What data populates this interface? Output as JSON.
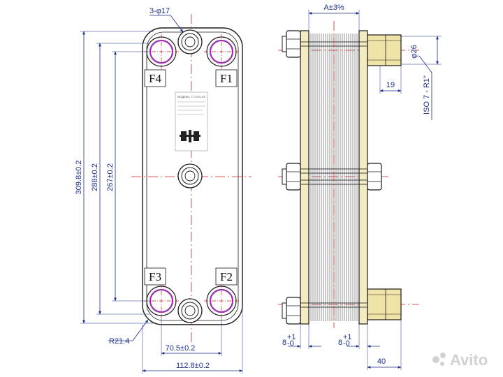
{
  "ports": {
    "f1": "F1",
    "f2": "F2",
    "f3": "F3",
    "f4": "F4"
  },
  "dimensions": {
    "holes": "3-φ17",
    "height_total": "309.8±0.2",
    "height_ports": "288±0.2",
    "height_inner": "267±0.2",
    "radius": "R21.4",
    "width_ports": "70.5±0.2",
    "width_total": "112.8±0.2",
    "stack_thickness": "A±3%",
    "connection_diameter": "φ26",
    "connection_length": "19",
    "thread_standard": "ISO 7 - R1\"",
    "plate_left": "8",
    "plate_right": "8",
    "tolerance_upper": "+1",
    "tolerance_lower": "-0",
    "nozzle_length": "40"
  },
  "nameplate": {
    "line1": "МОДЕЛЬ: TT-XXX-XX",
    "logo": "logo-icon"
  },
  "watermark": {
    "brand": "Avito"
  },
  "colors": {
    "outline": "#1a1a1a",
    "dimension": "#1c2f8c",
    "centerline": "#d42020",
    "port_ring": "#9a2fb0",
    "end_plate": "#f3ecc2",
    "nozzle": "#efe3a8"
  }
}
